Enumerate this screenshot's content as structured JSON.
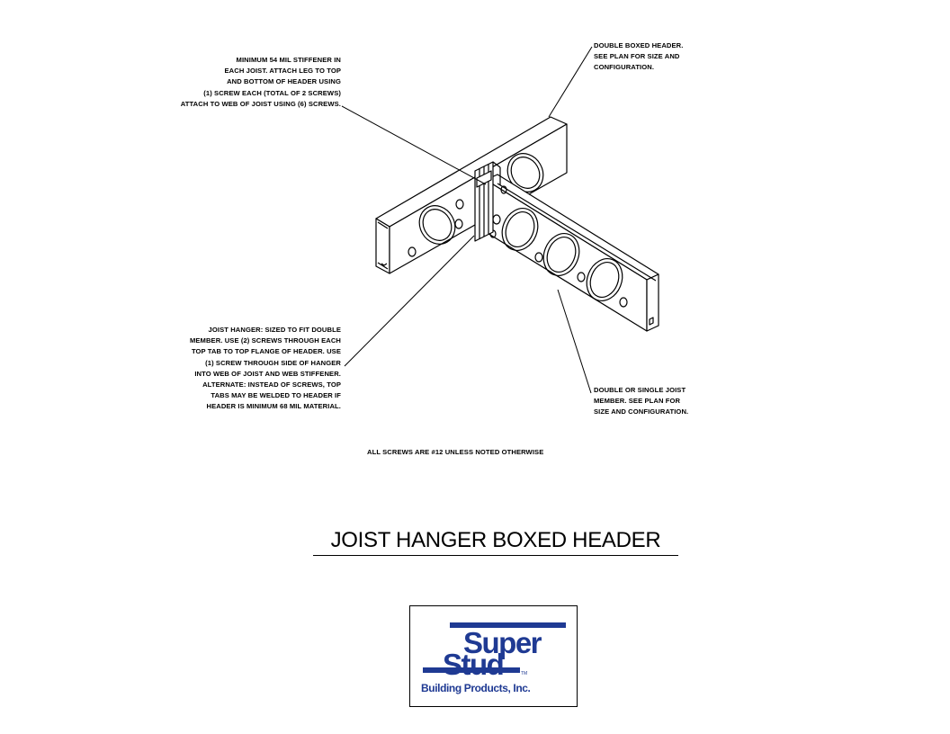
{
  "notes": {
    "stiffener": "MINIMUM 54 MIL STIFFENER IN\nEACH JOIST. ATTACH LEG TO TOP\nAND BOTTOM OF HEADER USING\n(1) SCREW EACH (TOTAL OF 2 SCREWS)\nATTACH TO WEB OF JOIST USING (6) SCREWS.",
    "header": "DOUBLE BOXED HEADER.\nSEE PLAN FOR SIZE AND\nCONFIGURATION.",
    "hanger": "JOIST HANGER: SIZED TO FIT DOUBLE\nMEMBER. USE (2) SCREWS THROUGH EACH\nTOP TAB TO TOP FLANGE OF HEADER. USE\n(1) SCREW THROUGH SIDE OF HANGER\nINTO WEB OF JOIST AND WEB STIFFENER.\nALTERNATE: INSTEAD OF SCREWS, TOP\nTABS MAY BE WELDED TO HEADER IF\nHEADER IS MINIMUM 68 MIL MATERIAL.",
    "joist": "DOUBLE OR SINGLE JOIST\nMEMBER. SEE PLAN FOR\nSIZE AND CONFIGURATION.",
    "screws": "ALL SCREWS ARE #12 UNLESS NOTED OTHERWISE"
  },
  "title": "JOIST HANGER BOXED HEADER",
  "logo": {
    "word1": "Super",
    "word2": "Stud",
    "tm": "TM",
    "tagline": "Building Products, Inc.",
    "brand_color": "#1f3a93"
  }
}
